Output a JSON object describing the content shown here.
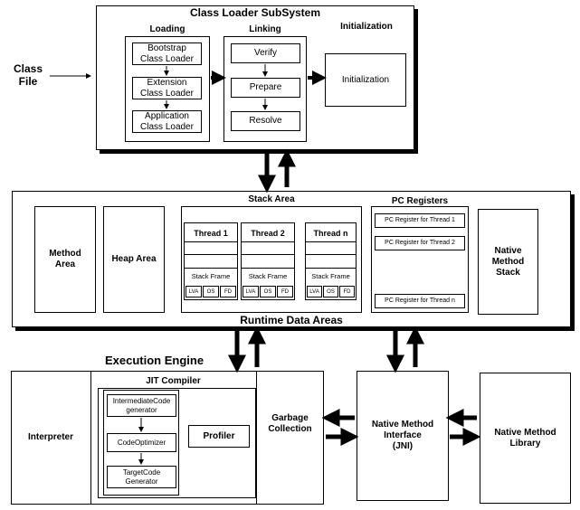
{
  "class_file": "Class\nFile",
  "class_loader": {
    "title": "Class Loader SubSystem",
    "loading": {
      "title": "Loading",
      "items": [
        "Bootstrap\nClass Loader",
        "Extension\nClass Loader",
        "Application\nClass Loader"
      ]
    },
    "linking": {
      "title": "Linking",
      "items": [
        "Verify",
        "Prepare",
        "Resolve"
      ]
    },
    "initialization": {
      "title": "Initialization",
      "box": "Initialization"
    }
  },
  "runtime": {
    "title": "Runtime Data Areas",
    "method_area": "Method\nArea",
    "heap_area": "Heap Area",
    "stack_area": {
      "title": "Stack Area",
      "threads": [
        {
          "name": "Thread 1",
          "frame": "Stack Frame",
          "cells": [
            "LVA",
            "OS",
            "FD"
          ]
        },
        {
          "name": "Thread 2",
          "frame": "Stack Frame",
          "cells": [
            "LVA",
            "OS",
            "FD"
          ]
        },
        {
          "name": "Thread n",
          "frame": "Stack Frame",
          "cells": [
            "LVA",
            "OS",
            "FD"
          ]
        }
      ]
    },
    "pc_registers": {
      "title": "PC Registers",
      "items": [
        "PC Register for Thread 1",
        "PC Register for Thread 2",
        "PC Register for Thread n"
      ]
    },
    "native_method_stack": "Native\nMethod\nStack"
  },
  "execution_engine": {
    "title": "Execution Engine",
    "interpreter": "Interpreter",
    "jit": {
      "title": "JIT Compiler",
      "items": [
        "IntermediateCode\ngenerator",
        "CodeOptimizer",
        "TargetCode\nGenerator"
      ],
      "profiler": "Profiler"
    },
    "garbage_collection": "Garbage\nCollection"
  },
  "jni": "Native Method\nInterface\n(JNI)",
  "native_library": "Native Method\nLibrary"
}
